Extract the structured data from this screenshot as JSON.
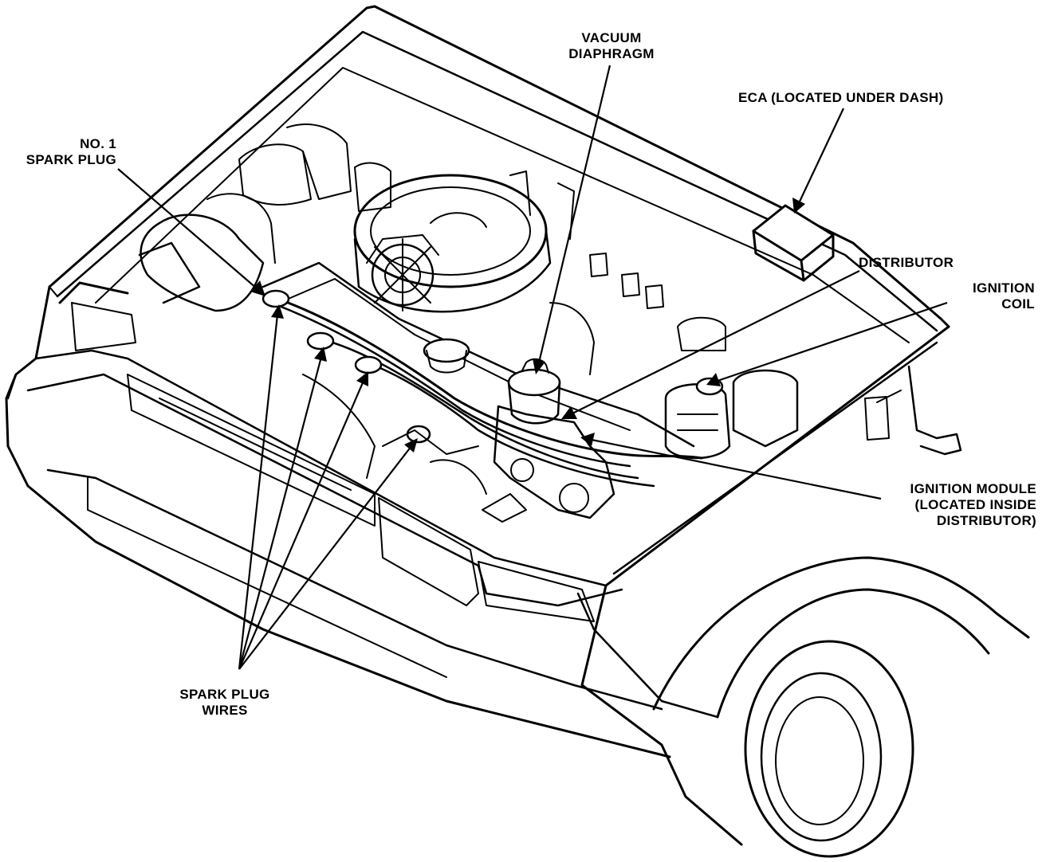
{
  "labels": {
    "vacuum_diaphragm": [
      "VACUUM",
      "DIAPHRAGM"
    ],
    "eca": "ECA (LOCATED UNDER DASH)",
    "no1_spark_plug": [
      "NO. 1",
      "SPARK PLUG"
    ],
    "distributor": "DISTRIBUTOR",
    "ignition_coil": [
      "IGNITION",
      "COIL"
    ],
    "ignition_module": [
      "IGNITION MODULE",
      "(LOCATED INSIDE",
      "DISTRIBUTOR)"
    ],
    "spark_plug_wires": [
      "SPARK PLUG",
      "WIRES"
    ]
  }
}
